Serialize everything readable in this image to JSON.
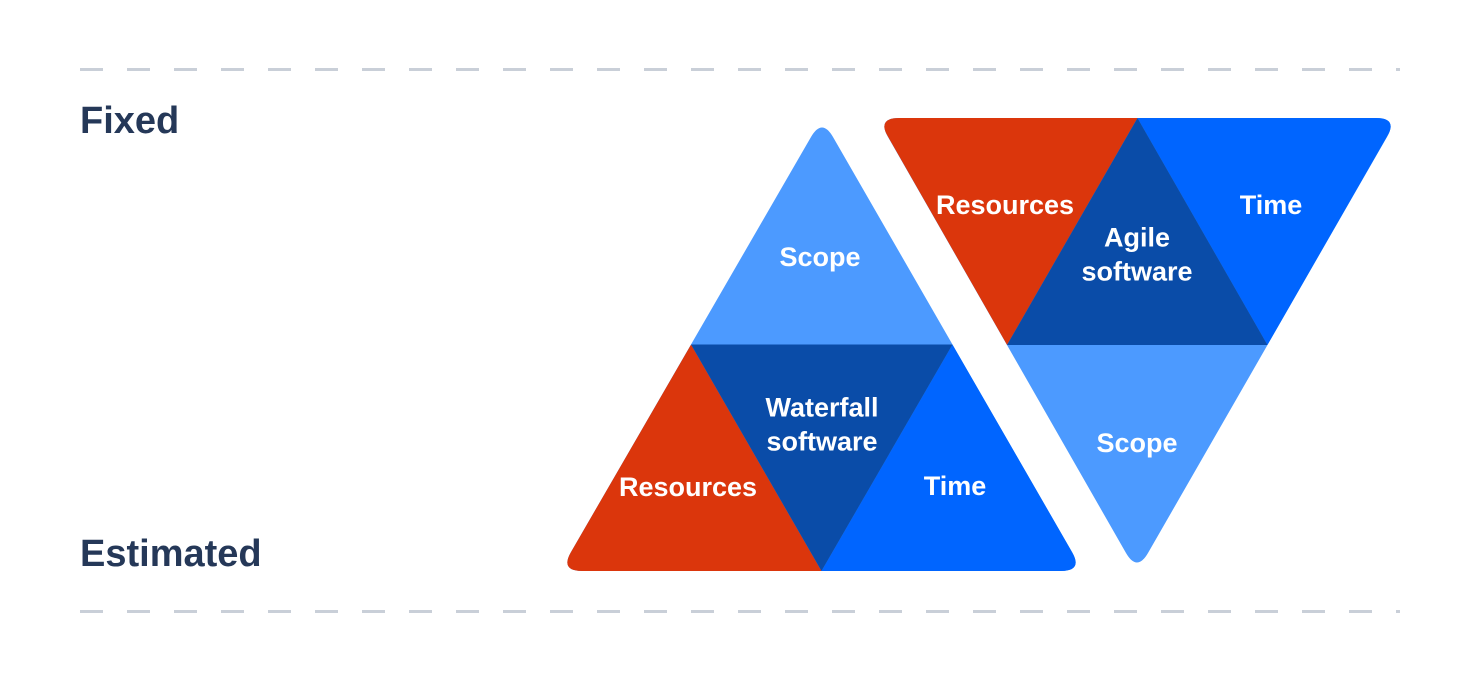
{
  "labels": {
    "fixed": "Fixed",
    "estimated": "Estimated"
  },
  "colors": {
    "red": "#DB360C",
    "blue": "#0065FF",
    "light-blue": "#4C9AFF",
    "dark-blue": "#0A4CA8",
    "navy": "#253858",
    "dash": "#C9CFD8",
    "label-text": "#FFFFFF",
    "background": "#FFFFFF"
  },
  "waterfall": {
    "title": "Waterfall software",
    "scope": "Scope",
    "resources": "Resources",
    "time": "Time"
  },
  "agile": {
    "title": "Agile software",
    "resources": "Resources",
    "time": "Time",
    "scope": "Scope"
  }
}
